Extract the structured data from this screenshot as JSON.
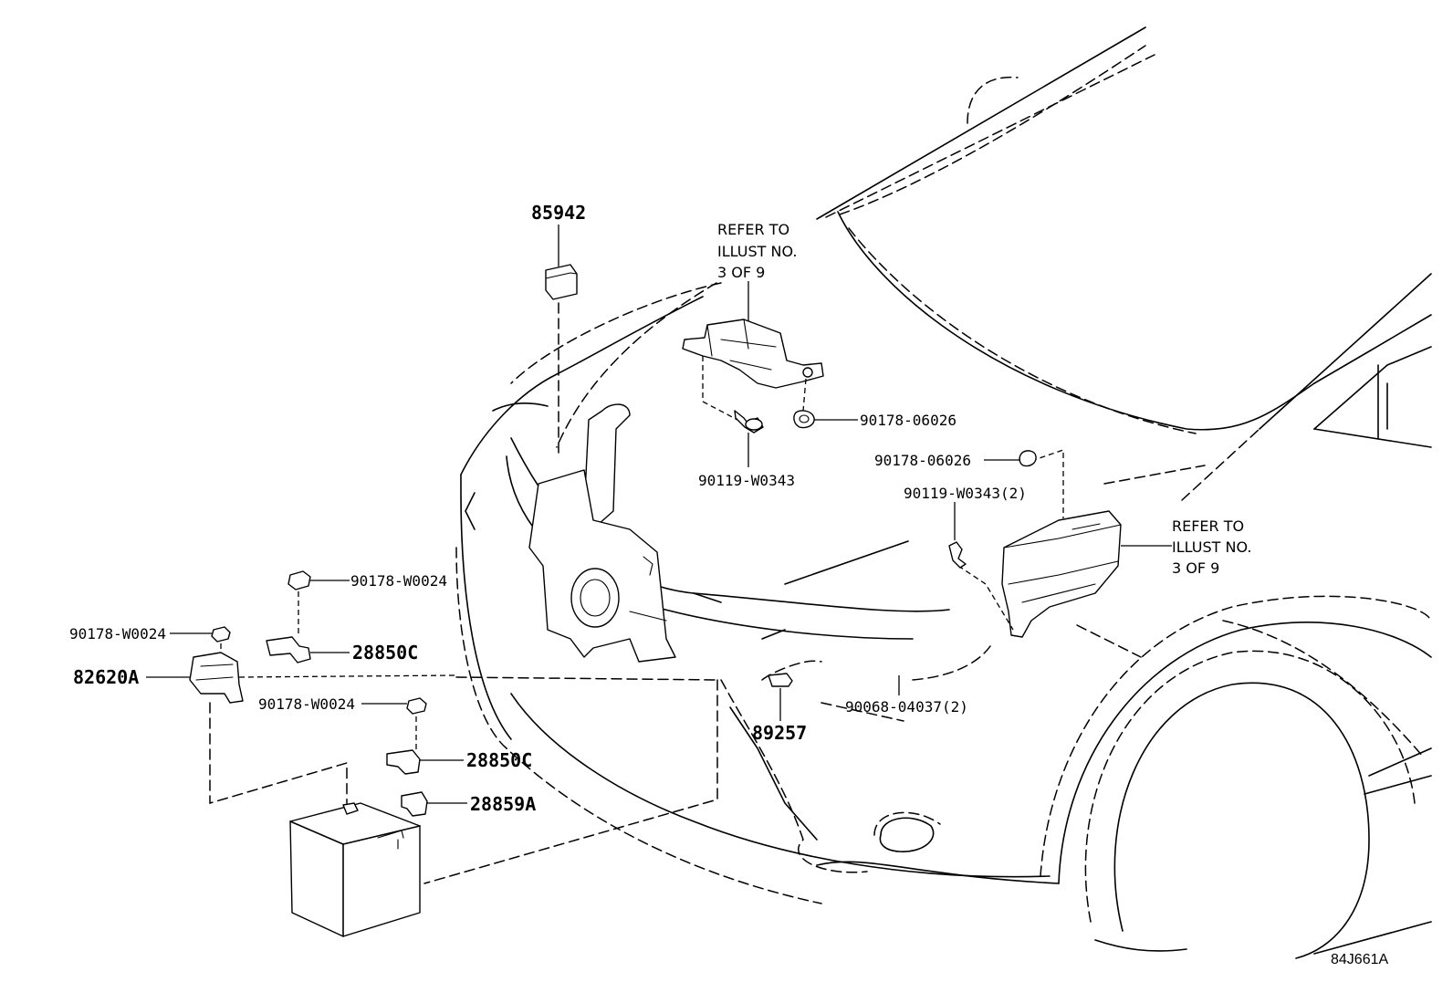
{
  "diagram": {
    "code": "84J661A",
    "refer_note_left": [
      "REFER TO",
      "ILLUST NO.",
      "3 OF 9"
    ],
    "refer_note_right": [
      "REFER TO",
      "ILLUST NO.",
      "3 OF 9"
    ],
    "parts": {
      "p85942": "85942",
      "p90178_06026_a": "90178-06026",
      "p90119_W0343": "90119-W0343",
      "p90178_06026_b": "90178-06026",
      "p90119_W0343_2": "90119-W0343(2)",
      "p90178_W0024_a": "90178-W0024",
      "p90178_W0024_b": "90178-W0024",
      "p90178_W0024_c": "90178-W0024",
      "p82620A": "82620A",
      "p28850C_a": "28850C",
      "p28850C_b": "28850C",
      "p28859A": "28859A",
      "p89257": "89257",
      "p90068_04037": "90068-04037(2)"
    }
  }
}
